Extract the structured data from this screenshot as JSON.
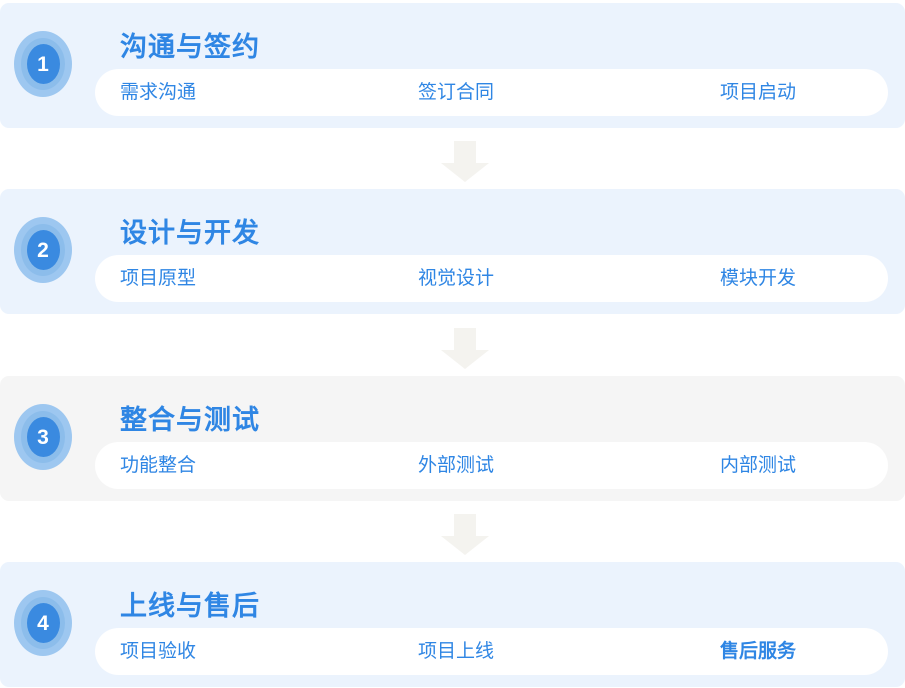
{
  "colors": {
    "band_blue": "#ebf3fd",
    "band_gray": "#f5f5f5",
    "accent_blue": "#2f86e4",
    "badge_core": "#3a8ae0",
    "badge_mid": "#8cbdeb",
    "badge_outer": "#9dc7f0",
    "card_white": "#ffffff",
    "arrow_gray": "#f4f3ef"
  },
  "flow": {
    "arrow_icon": "arrow-down-icon",
    "stages": [
      {
        "number": "1",
        "title": "沟通与签约",
        "background": "blue",
        "items": [
          "需求沟通",
          "签订合同",
          "项目启动"
        ]
      },
      {
        "number": "2",
        "title": "设计与开发",
        "background": "blue",
        "items": [
          "项目原型",
          "视觉设计",
          "模块开发"
        ]
      },
      {
        "number": "3",
        "title": "整合与测试",
        "background": "gray",
        "items": [
          "功能整合",
          "外部测试",
          "内部测试"
        ]
      },
      {
        "number": "4",
        "title": "上线与售后",
        "background": "blue",
        "items": [
          "项目验收",
          "项目上线",
          "售后服务"
        ]
      }
    ]
  }
}
